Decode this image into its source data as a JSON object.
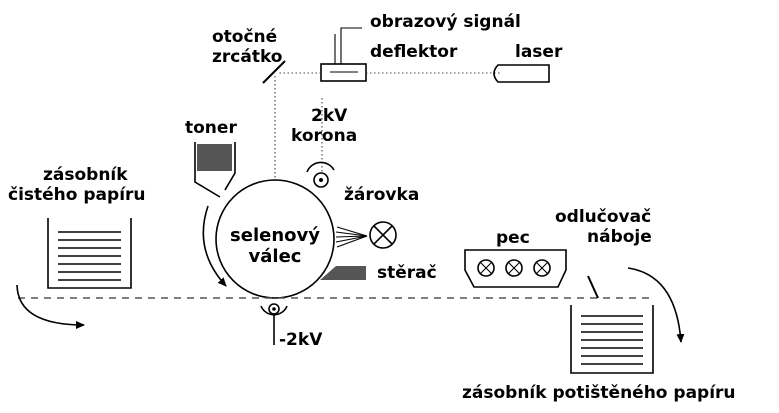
{
  "labels": {
    "signal": "obrazový signál",
    "mirror_line1": "otočné",
    "mirror_line2": "zrcátko",
    "deflector": "deflektor",
    "laser": "laser",
    "toner": "toner",
    "corona_line1": "2kV",
    "corona_line2": "korona",
    "bulb": "žárovka",
    "drum_line1": "selenový",
    "drum_line2": "válec",
    "input_tray_line1": "zásobník",
    "input_tray_line2": "čistého papíru",
    "wiper": "stěrač",
    "oven": "pec",
    "discharger_line1": "odlučovač",
    "discharger_line2": "náboje",
    "transfer_voltage": "-2kV",
    "output_tray": "zásobník potištěného papíru"
  }
}
